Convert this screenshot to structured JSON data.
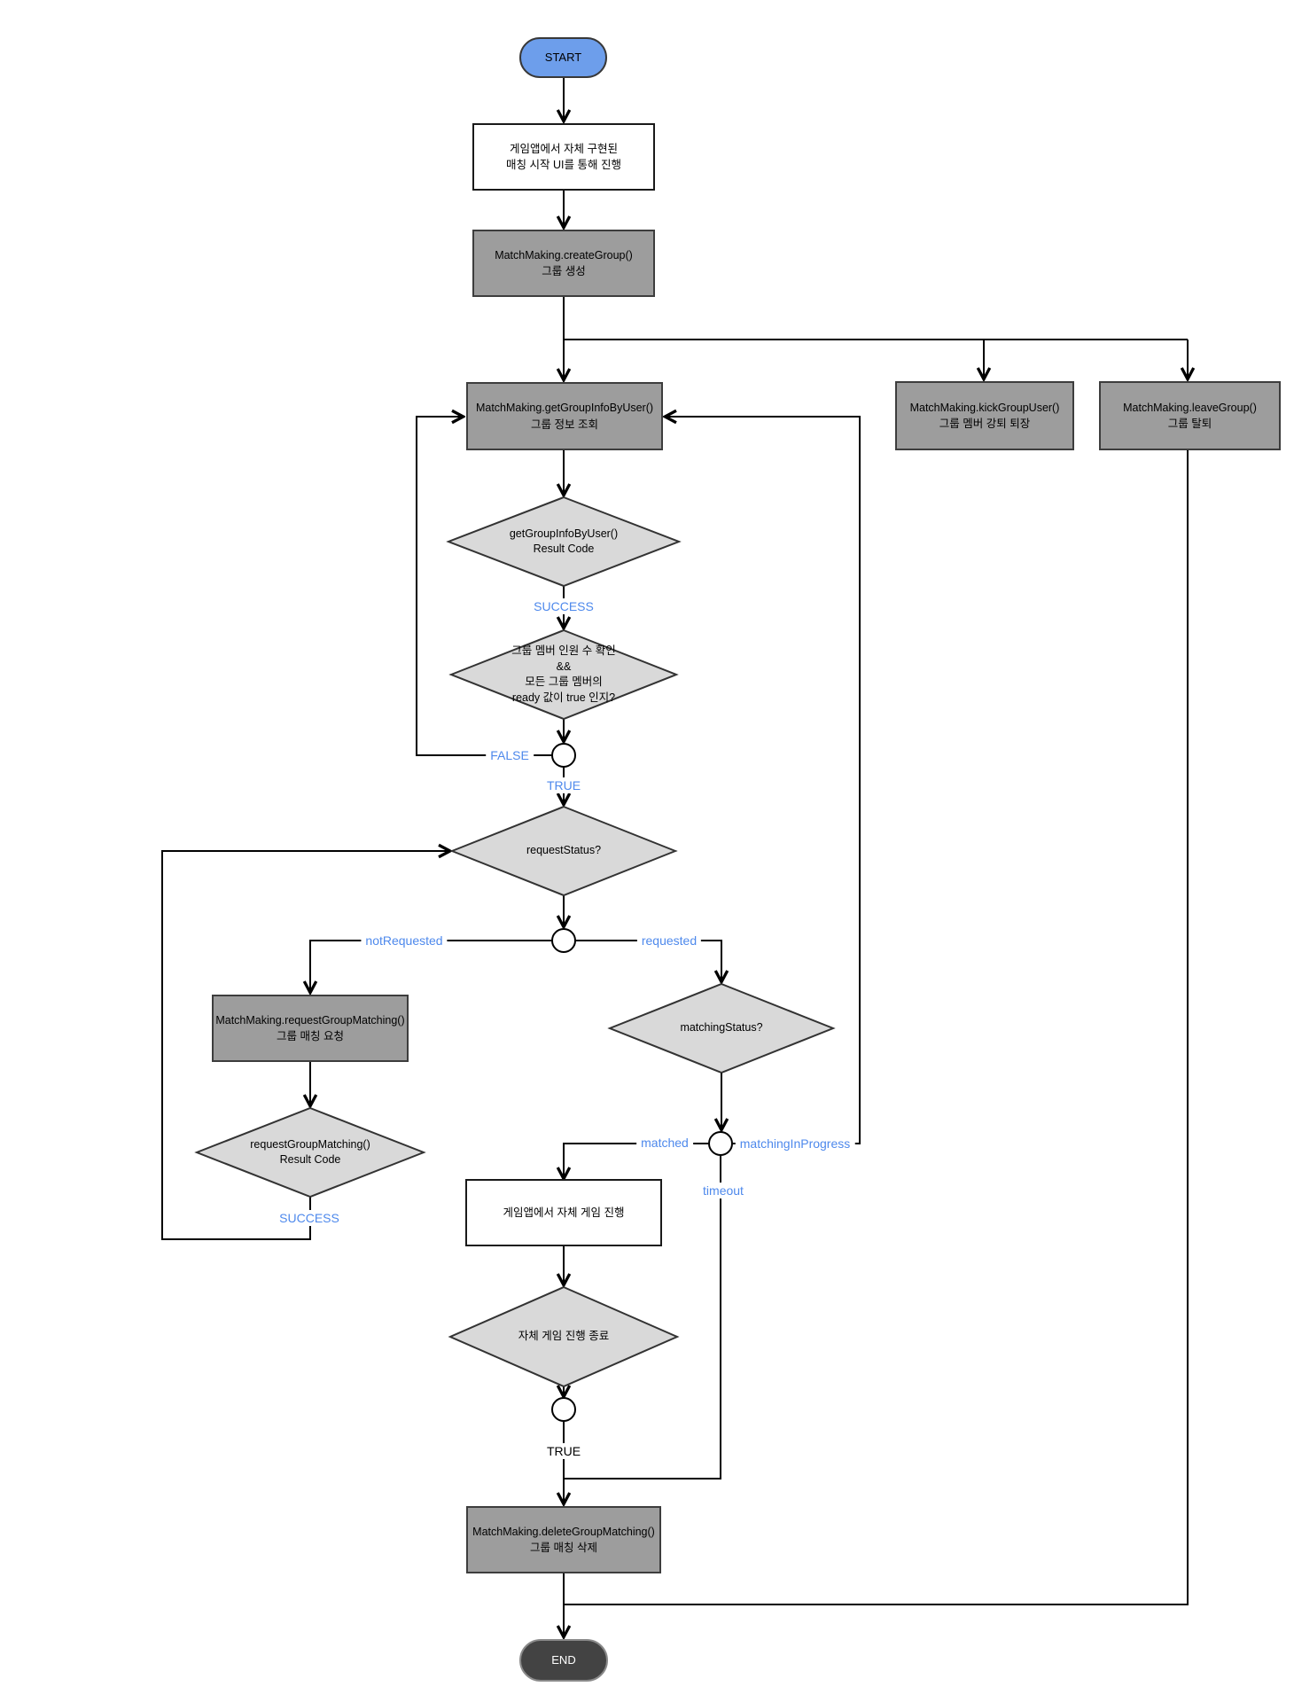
{
  "diagram": {
    "type": "flowchart",
    "title": "MatchMaking group matching flow",
    "colors": {
      "start_fill": "#6d9eeb",
      "end_fill": "#434343",
      "process_fill": "#9d9d9d",
      "decision_fill": "#d9d9d9",
      "edge_label_blue": "#4e89ec",
      "line": "#000000"
    },
    "nodes": {
      "start": {
        "label": "START"
      },
      "ui_entry": {
        "line1": "게임앱에서 자체 구현된",
        "line2": "매칭 시작 UI를 통해 진행"
      },
      "create_group": {
        "line1": "MatchMaking.createGroup()",
        "line2": "그룹 생성"
      },
      "get_group_info": {
        "line1": "MatchMaking.getGroupInfoByUser()",
        "line2": "그룹 정보 조회"
      },
      "kick_group_user": {
        "line1": "MatchMaking.kickGroupUser()",
        "line2": "그룹 멤버 강퇴 퇴장"
      },
      "leave_group": {
        "line1": "MatchMaking.leaveGroup()",
        "line2": "그룹 탈퇴"
      },
      "result_code_check": {
        "line1": "getGroupInfoByUser()",
        "line2": "Result Code"
      },
      "member_ready_check": {
        "line1": "그룹 멤버 인원 수 확인",
        "line2": "&&",
        "line3": "모든 그룹 멤버의",
        "line4": "ready 값이 true 인지?"
      },
      "request_status": {
        "label": "requestStatus?"
      },
      "request_group_matching": {
        "line1": "MatchMaking.requestGroupMatching()",
        "line2": "그룹 매칭 요청"
      },
      "request_result_check": {
        "line1": "requestGroupMatching()",
        "line2": "Result Code"
      },
      "matching_status": {
        "label": "matchingStatus?"
      },
      "game_play": {
        "label": "게임앱에서 자체 게임 진행"
      },
      "game_end_check": {
        "label": "자체 게임 진행 종료"
      },
      "delete_group_matching": {
        "line1": "MatchMaking.deleteGroupMatching()",
        "line2": "그룹 매칭 삭제"
      },
      "end": {
        "label": "END"
      }
    },
    "edge_labels": {
      "success1": "SUCCESS",
      "false1": "FALSE",
      "true1": "TRUE",
      "not_requested": "notRequested",
      "requested": "requested",
      "matched": "matched",
      "matching_in_progress": "matchingInProgress",
      "timeout": "timeout",
      "success2": "SUCCESS",
      "true2": "TRUE"
    }
  }
}
